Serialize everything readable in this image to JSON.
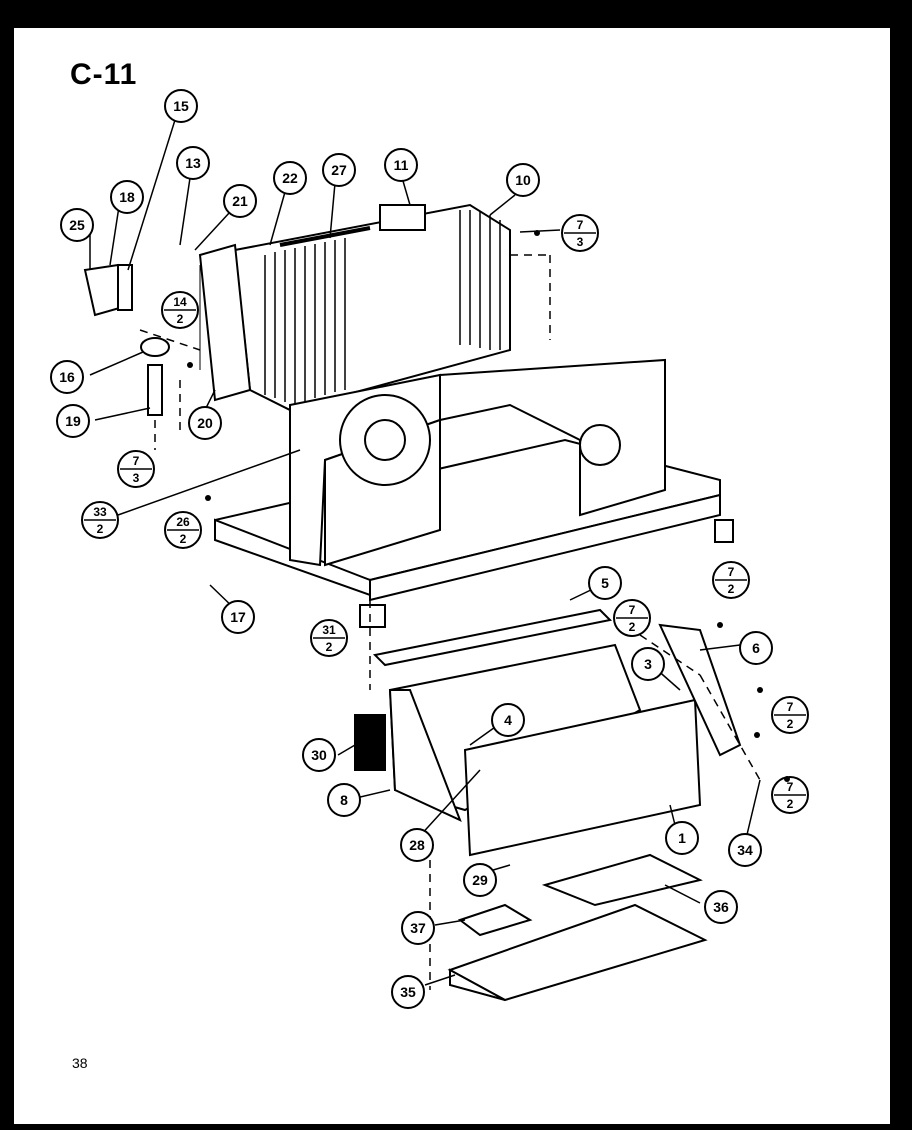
{
  "figure": {
    "title": "C-11",
    "page_number": "38"
  },
  "callouts": [
    {
      "id": "c1",
      "label": "1"
    },
    {
      "id": "c3",
      "label": "3"
    },
    {
      "id": "c4",
      "label": "4"
    },
    {
      "id": "c5",
      "label": "5"
    },
    {
      "id": "c6",
      "label": "6"
    },
    {
      "id": "c8",
      "label": "8"
    },
    {
      "id": "c10",
      "label": "10"
    },
    {
      "id": "c11",
      "label": "11"
    },
    {
      "id": "c13",
      "label": "13"
    },
    {
      "id": "c15",
      "label": "15"
    },
    {
      "id": "c16",
      "label": "16"
    },
    {
      "id": "c17",
      "label": "17"
    },
    {
      "id": "c18",
      "label": "18"
    },
    {
      "id": "c19",
      "label": "19"
    },
    {
      "id": "c20",
      "label": "20"
    },
    {
      "id": "c21",
      "label": "21"
    },
    {
      "id": "c22",
      "label": "22"
    },
    {
      "id": "c25",
      "label": "25"
    },
    {
      "id": "c27",
      "label": "27"
    },
    {
      "id": "c28",
      "label": "28"
    },
    {
      "id": "c29",
      "label": "29"
    },
    {
      "id": "c30",
      "label": "30"
    },
    {
      "id": "c34",
      "label": "34"
    },
    {
      "id": "c35",
      "label": "35"
    },
    {
      "id": "c36",
      "label": "36"
    },
    {
      "id": "c37",
      "label": "37"
    }
  ],
  "fraction_callouts": [
    {
      "id": "f1",
      "top": "7",
      "bottom": "3"
    },
    {
      "id": "f2",
      "top": "14",
      "bottom": "2"
    },
    {
      "id": "f3",
      "top": "7",
      "bottom": "3"
    },
    {
      "id": "f4",
      "top": "33",
      "bottom": "2"
    },
    {
      "id": "f5",
      "top": "26",
      "bottom": "2"
    },
    {
      "id": "f6",
      "top": "7",
      "bottom": "2"
    },
    {
      "id": "f7",
      "top": "7",
      "bottom": "2"
    },
    {
      "id": "f8",
      "top": "31",
      "bottom": "2"
    },
    {
      "id": "f9",
      "top": "7",
      "bottom": "2"
    },
    {
      "id": "f10",
      "top": "7",
      "bottom": "2"
    }
  ]
}
